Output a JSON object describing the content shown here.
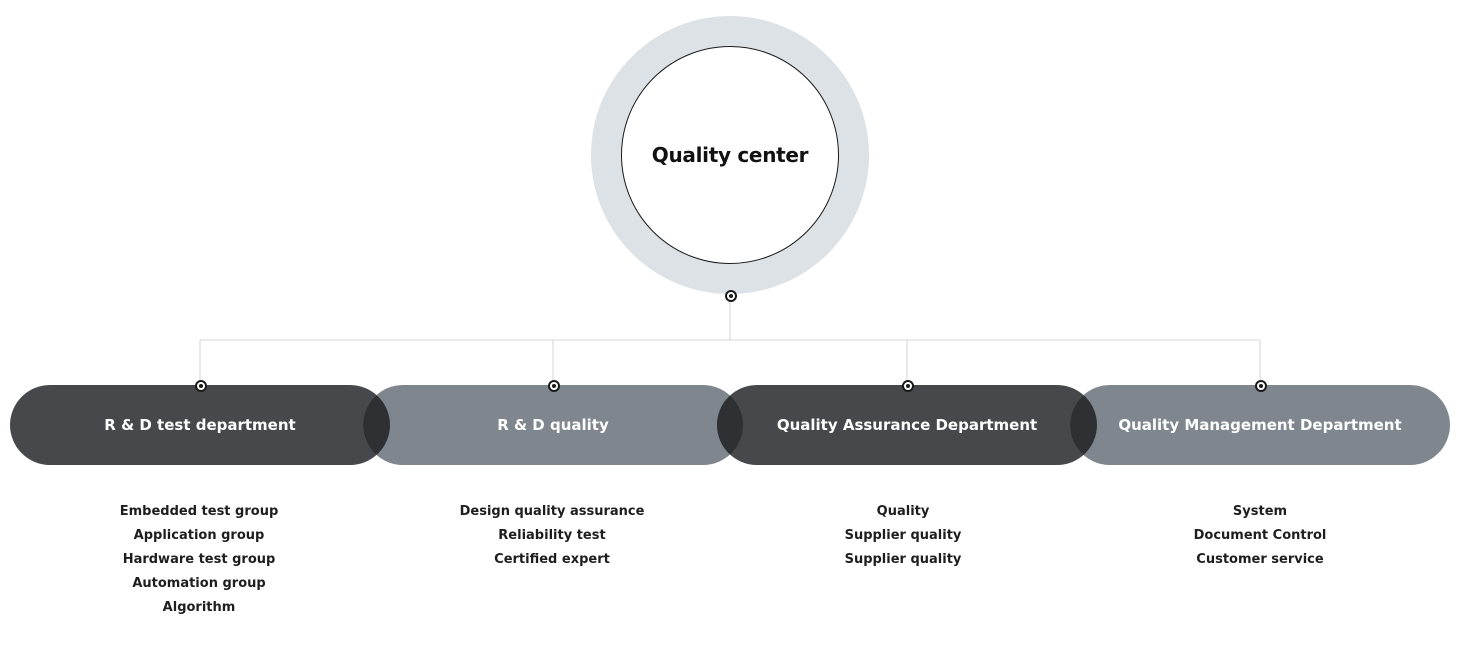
{
  "center": {
    "title": "Quality center"
  },
  "departments": [
    {
      "name": "R & D test department",
      "tone": "dark",
      "groups": [
        "Embedded test group",
        "Application group",
        "Hardware test group",
        "Automation group",
        "Algorithm"
      ]
    },
    {
      "name": "R & D quality",
      "tone": "light",
      "groups": [
        "Design quality assurance",
        "Reliability test",
        "Certified expert"
      ]
    },
    {
      "name": "Quality Assurance Department",
      "tone": "dark",
      "groups": [
        "Quality",
        "Supplier quality",
        "Supplier quality"
      ]
    },
    {
      "name": "Quality Management Department",
      "tone": "light",
      "groups": [
        "System",
        "Document Control",
        "Customer service"
      ]
    }
  ],
  "colors": {
    "ring": "#dde2e7",
    "dark_pill": "#47484c",
    "light_pill": "#80868e",
    "overlap": "#2f3034",
    "connector": "#d4d4d4"
  }
}
